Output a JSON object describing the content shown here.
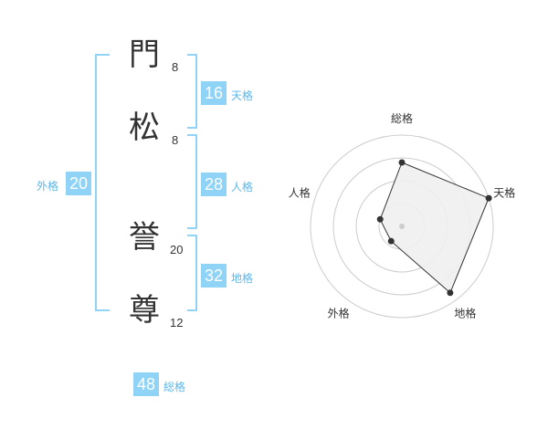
{
  "name": {
    "chars": [
      {
        "char": "門",
        "strokes": "8"
      },
      {
        "char": "松",
        "strokes": "8"
      },
      {
        "char": "誉",
        "strokes": "20"
      },
      {
        "char": "尊",
        "strokes": "12"
      }
    ]
  },
  "kakusu": {
    "tenkaku": {
      "value": "16",
      "label": "天格"
    },
    "jinkaku": {
      "value": "28",
      "label": "人格"
    },
    "chikaku": {
      "value": "32",
      "label": "地格"
    },
    "gaikaku": {
      "value": "20",
      "label": "外格"
    },
    "soukaku": {
      "value": "48",
      "label": "総格"
    }
  },
  "colors": {
    "accent": "#8fd3f7",
    "accent_text": "#5ab7ea",
    "bracket": "#8fd3f7"
  },
  "chart_data": {
    "type": "radar",
    "axes": [
      "総格",
      "天格",
      "地格",
      "外格",
      "人格"
    ],
    "values": [
      0.7,
      1.0,
      0.9,
      0.2,
      0.25
    ],
    "max": 1,
    "rings": 4,
    "fill": "#f0f0f0",
    "line": "#333333"
  }
}
